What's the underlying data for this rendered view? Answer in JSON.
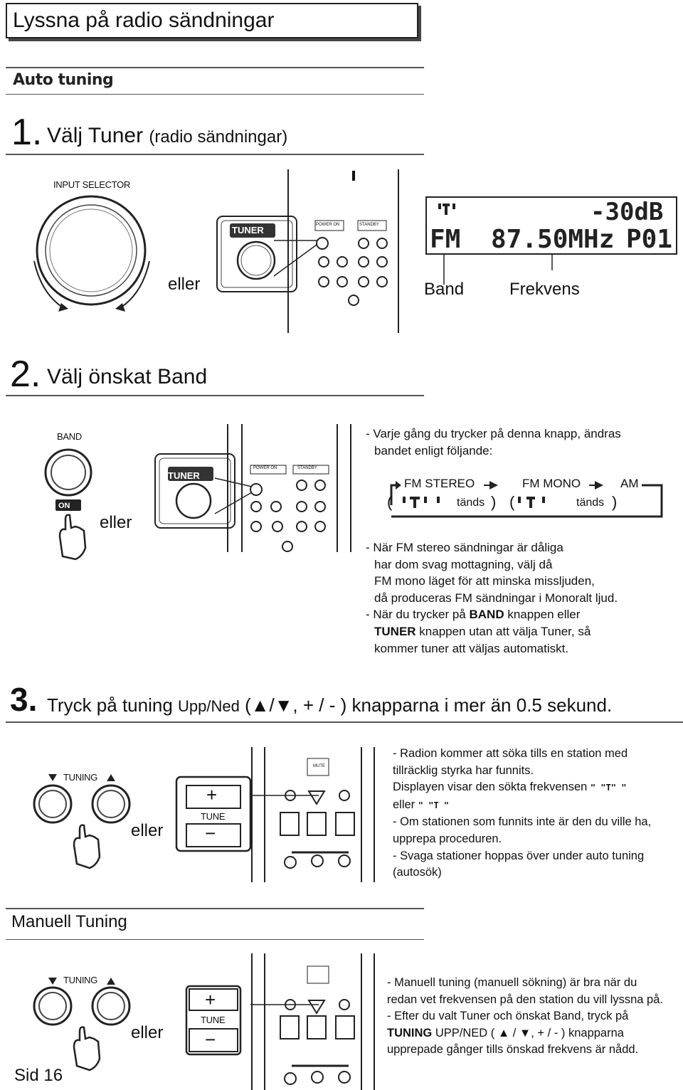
{
  "page": {
    "title": "Lyssna på radio sändningar",
    "section_auto": "Auto tuning",
    "page_label": "Sid 16"
  },
  "step1": {
    "num": "1.",
    "text": "Välj Tuner",
    "paren": "(radio sändningar)",
    "input_selector": "INPUT SELECTOR",
    "or": "eller",
    "tuner_button": "TUNER",
    "power_on": "POWER ON",
    "standby": "STANDBY",
    "display_top_right": "-30dB",
    "display_band": "FM",
    "display_freq": "87.50MHz",
    "display_preset": "P01",
    "label_band": "Band",
    "label_freq": "Frekvens"
  },
  "step2": {
    "num": "2.",
    "text": "Välj önskat Band",
    "band_label": "BAND",
    "on_label": "ON",
    "or": "eller",
    "tuner_button": "TUNER",
    "power_on": "POWER ON",
    "standby": "STANDBY",
    "intro": [
      "- Varje gång du trycker på denna knapp, ändras",
      "  bandet enligt följande:"
    ],
    "cycle": {
      "fm_stereo": "FM STEREO",
      "fm_mono": "FM MONO",
      "am": "AM",
      "lit": "tänds"
    },
    "notes": [
      "- När FM stereo sändningar är dåliga",
      "  har dom svag mottagning, välj då",
      "  FM mono läget för att minska missljuden,",
      "  då produceras FM sändningar i Monoralt ljud."
    ],
    "note2_pre": "- När du trycker på ",
    "note2_band": "BAND",
    "note2_mid": " knappen eller",
    "note2_tuner": "TUNER",
    "note2_rest": " knappen utan att välja Tuner, så",
    "note2_last": "kommer tuner att väljas automatiskt."
  },
  "step3": {
    "num": "3.",
    "text_a": "Tryck på tuning ",
    "text_b": "Upp/Ned",
    "text_c": " (▲/▼, + / - ) knapparna i mer än 0.5 sekund.",
    "tuning_label": "TUNING",
    "or": "eller",
    "tune_label": "TUNE",
    "plus": "+",
    "minus": "−",
    "remote_mute": "MUTE",
    "notes": [
      "- Radion kommer att söka tills en station med",
      "tillräcklig styrka har funnits.",
      "Displayen visar den sökta frekvensen",
      "eller",
      "- Om stationen som funnits inte är den du ville ha,",
      "upprepa proceduren.",
      "- Svaga stationer hoppas över under auto tuning",
      "(autosök)"
    ]
  },
  "manual": {
    "heading": "Manuell Tuning",
    "tuning_label": "TUNING",
    "or": "eller",
    "tune_label": "TUNE",
    "plus": "+",
    "minus": "−",
    "notes": [
      "- Manuell tuning (manuell sökning) är bra när du",
      "redan vet frekvensen på den station du vill lyssna på.",
      "- Efter du valt Tuner och önskat Band, tryck på"
    ],
    "line4_bold": "TUNING",
    "line4_rest": " UPP/NED ( ▲ / ▼, + / - ) knapparna",
    "line5": "upprepade gånger tills önskad frekvens är nådd."
  }
}
